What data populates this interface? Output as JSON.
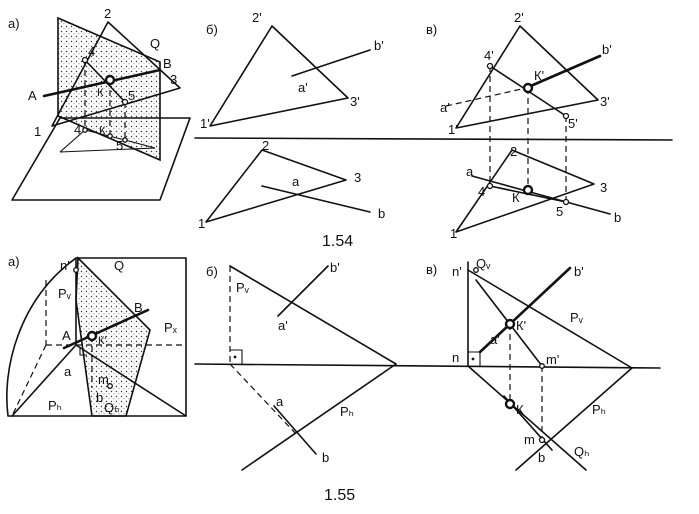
{
  "figure_numbers": {
    "fig1": "1.54",
    "fig2": "1.55"
  },
  "panel_labels": {
    "a": "а)",
    "b": "б)",
    "v": "в)"
  },
  "points": {
    "p2": "2",
    "Q": "Q",
    "A": "A",
    "B": "B",
    "p4": "4",
    "K": "К",
    "p3": "3",
    "p5": "5",
    "p1": "1",
    "p2s": "2'",
    "b_s": "b'",
    "a_s": "a'",
    "p3s": "3'",
    "p1s": "1'",
    "p2n": "2",
    "a_n": "a",
    "p3n": "3",
    "b_n": "b",
    "p1n": "1",
    "p4s": "4'",
    "Ks": "К'",
    "p5s": "5'",
    "Kn": "К",
    "Pv": "Pᵥ",
    "Ph": "Pₕ",
    "Px": "Pₓ",
    "Qv": "Qᵥ",
    "Qh": "Qₕ",
    "ns": "n'",
    "n": "n",
    "m": "m",
    "ms": "m'"
  }
}
